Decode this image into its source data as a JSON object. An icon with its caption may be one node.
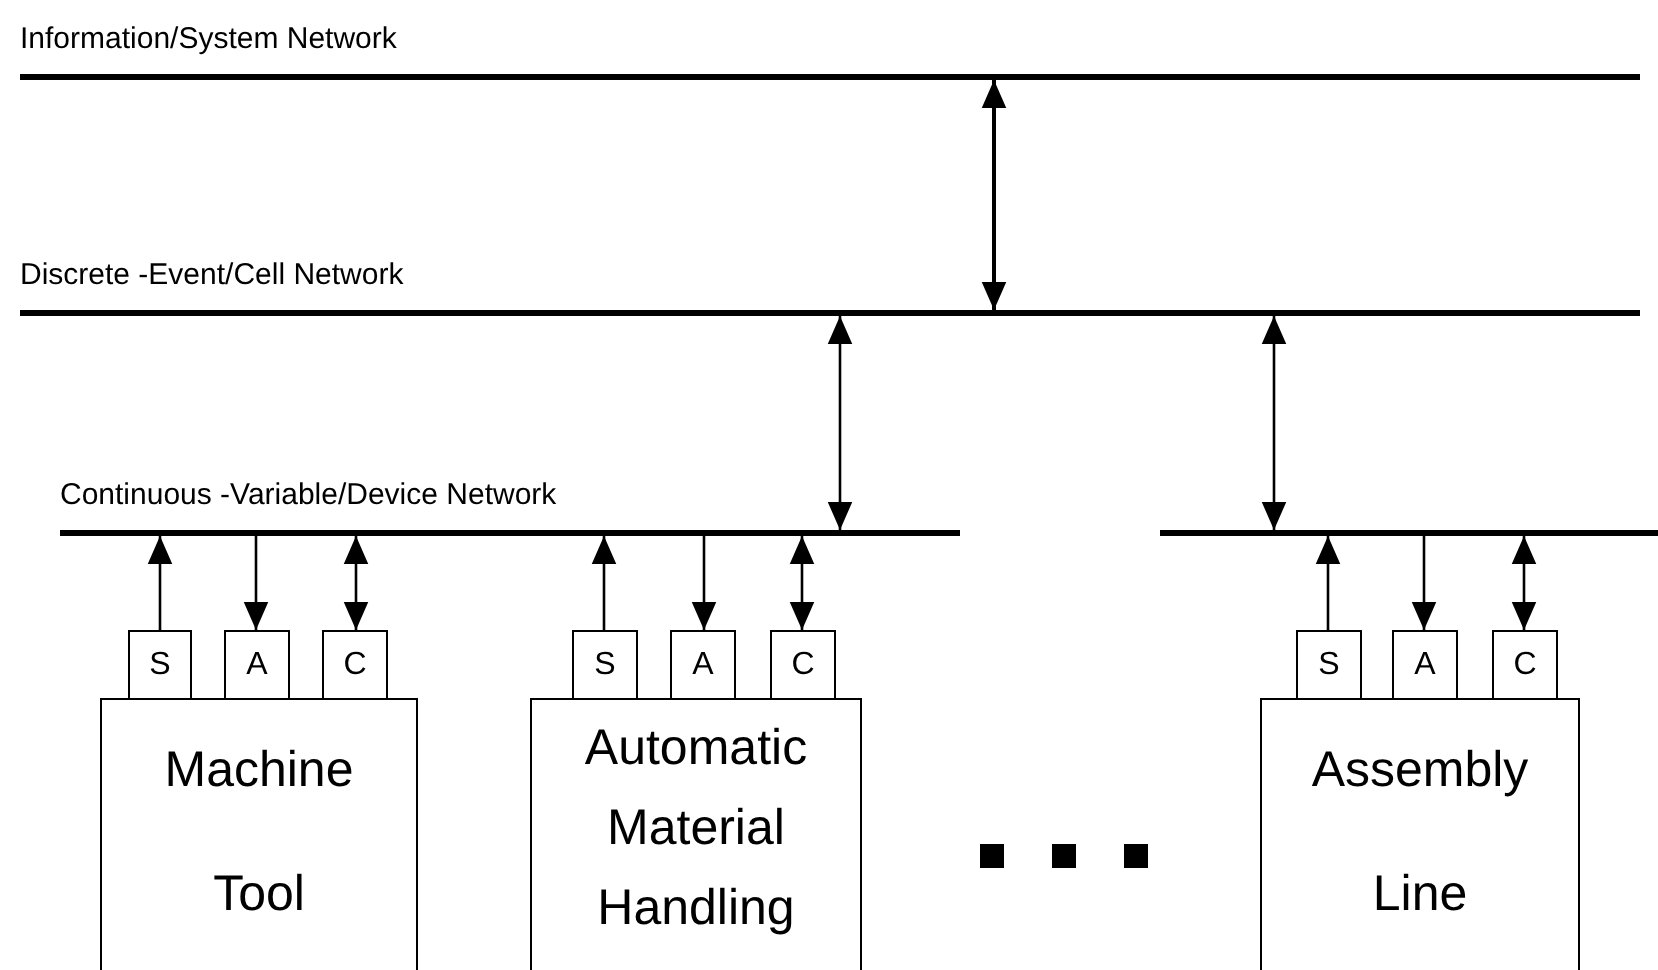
{
  "diagram": {
    "nodes": [
      {
        "text": [
          "Information/System Network"
        ]
      },
      {
        "text": [
          "Discrete -Event/Cell Network"
        ]
      },
      {
        "text": [
          "Continuous -Variable/Device Network"
        ]
      },
      {
        "text": [],
        "shape": "bar"
      },
      {
        "text": [
          "S"
        ]
      },
      {
        "text": [
          "A"
        ]
      },
      {
        "text": [
          "C"
        ]
      },
      {
        "text": [
          "S"
        ]
      },
      {
        "text": [
          "A"
        ]
      },
      {
        "text": [
          "C"
        ]
      },
      {
        "text": [
          "S"
        ]
      },
      {
        "text": [
          "A"
        ]
      },
      {
        "text": [
          "C"
        ]
      },
      {
        "text": [
          "Machine Tool"
        ]
      },
      {
        "text": [
          "Automatic Material Handling"
        ]
      },
      {
        "text": [
          "Assembly Line"
        ]
      }
    ],
    "edges": [
      {
        "from": 1,
        "to": 0,
        "arrow": "both"
      },
      {
        "from": 2,
        "to": 1,
        "arrow": "both"
      },
      {
        "from": 3,
        "to": 1,
        "arrow": "both"
      },
      {
        "from": 4,
        "to": 2,
        "arrow": "to"
      },
      {
        "from": 2,
        "to": 5,
        "arrow": "to"
      },
      {
        "from": 6,
        "to": 2,
        "arrow": "both"
      },
      {
        "from": 7,
        "to": 2,
        "arrow": "to"
      },
      {
        "from": 2,
        "to": 8,
        "arrow": "to"
      },
      {
        "from": 9,
        "to": 2,
        "arrow": "both"
      },
      {
        "from": 10,
        "to": 3,
        "arrow": "to"
      },
      {
        "from": 3,
        "to": 11,
        "arrow": "to"
      },
      {
        "from": 12,
        "to": 3,
        "arrow": "both"
      }
    ]
  }
}
